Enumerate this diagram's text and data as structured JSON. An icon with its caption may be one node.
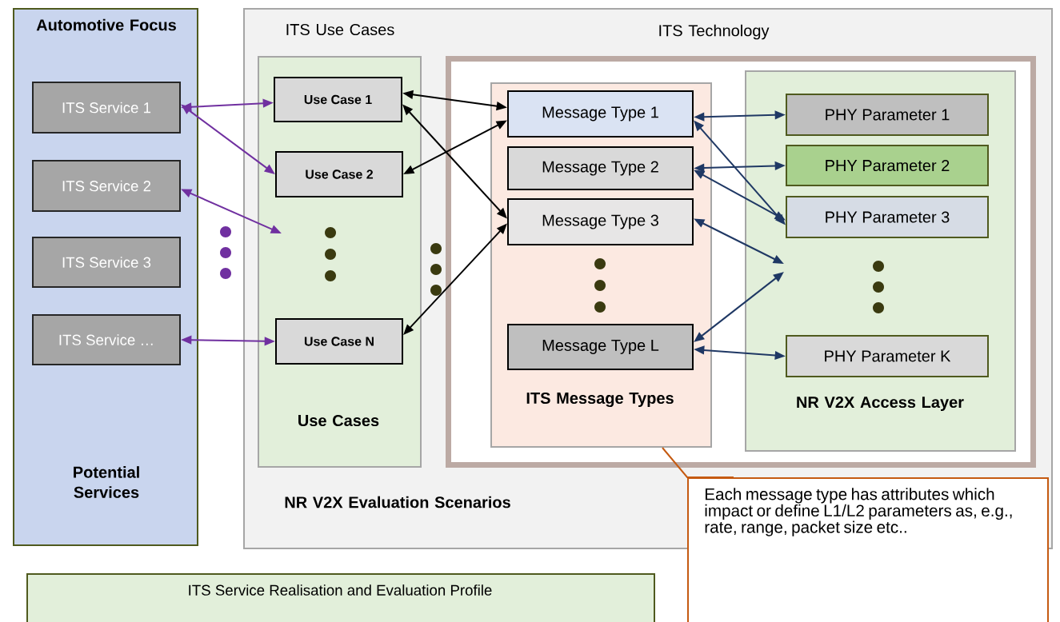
{
  "diagram": {
    "nodes": [
      {
        "text": [
          "Automotive Focus",
          "Potential Services"
        ]
      },
      {
        "text": [
          "ITS Service 1"
        ],
        "in": 0
      },
      {
        "text": [
          "ITS Service 2"
        ],
        "in": 0
      },
      {
        "text": [
          "ITS Service 3"
        ],
        "in": 0
      },
      {
        "text": [
          "ITS Service …"
        ],
        "in": 0
      },
      {
        "text": [
          "ITS Use Cases",
          "NR V2X Evaluation Scenarios"
        ]
      },
      {
        "text": [
          "Use Cases"
        ],
        "in": 5
      },
      {
        "text": [
          "Use Case 1"
        ],
        "in": 6
      },
      {
        "text": [
          "Use Case 2"
        ],
        "in": 6
      },
      {
        "text": [
          "Use Case N"
        ],
        "in": 6
      },
      {
        "text": [
          "ITS Technology"
        ],
        "in": 5
      },
      {
        "text": [
          "ITS Message Types"
        ],
        "in": 10
      },
      {
        "text": [
          "Message Type 1"
        ],
        "in": 11
      },
      {
        "text": [
          "Message Type 2"
        ],
        "in": 11
      },
      {
        "text": [
          "Message Type 3"
        ],
        "in": 11
      },
      {
        "text": [
          "Message Type L"
        ],
        "in": 11
      },
      {
        "text": [
          "NR V2X Access Layer"
        ],
        "in": 10
      },
      {
        "text": [
          "PHY Parameter 1"
        ],
        "in": 16
      },
      {
        "text": [
          "PHY Parameter 2"
        ],
        "in": 16
      },
      {
        "text": [
          "PHY Parameter 3"
        ],
        "in": 16
      },
      {
        "text": [
          "PHY Parameter K"
        ],
        "in": 16
      },
      {
        "text": [
          "Each message type has attributes which impact or define L1/L2 parameters as, e.g., rate, range, packet size etc.."
        ]
      },
      {
        "text": [
          "ITS Service Realisation and Evaluation Profile"
        ]
      }
    ],
    "edges": [
      {
        "from": 1,
        "to": 7,
        "arrow": "both",
        "color": "#7030a0"
      },
      {
        "from": 1,
        "to": 8,
        "arrow": "both",
        "color": "#7030a0"
      },
      {
        "from": 2,
        "to": null,
        "arrow": "both",
        "color": "#7030a0"
      },
      {
        "from": 4,
        "to": 9,
        "arrow": "both",
        "color": "#7030a0"
      },
      {
        "from": 7,
        "to": 12,
        "arrow": "both",
        "color": "#000000"
      },
      {
        "from": 7,
        "to": 14,
        "arrow": "both",
        "color": "#000000"
      },
      {
        "from": 8,
        "to": 12,
        "arrow": "both",
        "color": "#000000"
      },
      {
        "from": 9,
        "to": 14,
        "arrow": "both",
        "color": "#000000"
      },
      {
        "from": 12,
        "to": 17,
        "arrow": "both"
      },
      {
        "from": 12,
        "to": 19,
        "arrow": "both"
      },
      {
        "from": 13,
        "to": 18,
        "arrow": "both"
      },
      {
        "from": 13,
        "to": 19,
        "arrow": "both"
      },
      {
        "from": 14,
        "to": null,
        "arrow": "both"
      },
      {
        "from": 15,
        "to": null,
        "arrow": "both"
      },
      {
        "from": 15,
        "to": 20,
        "arrow": "both"
      },
      {
        "from": 21,
        "to": 11,
        "arrow": "none",
        "color": "#c55a11"
      }
    ]
  }
}
